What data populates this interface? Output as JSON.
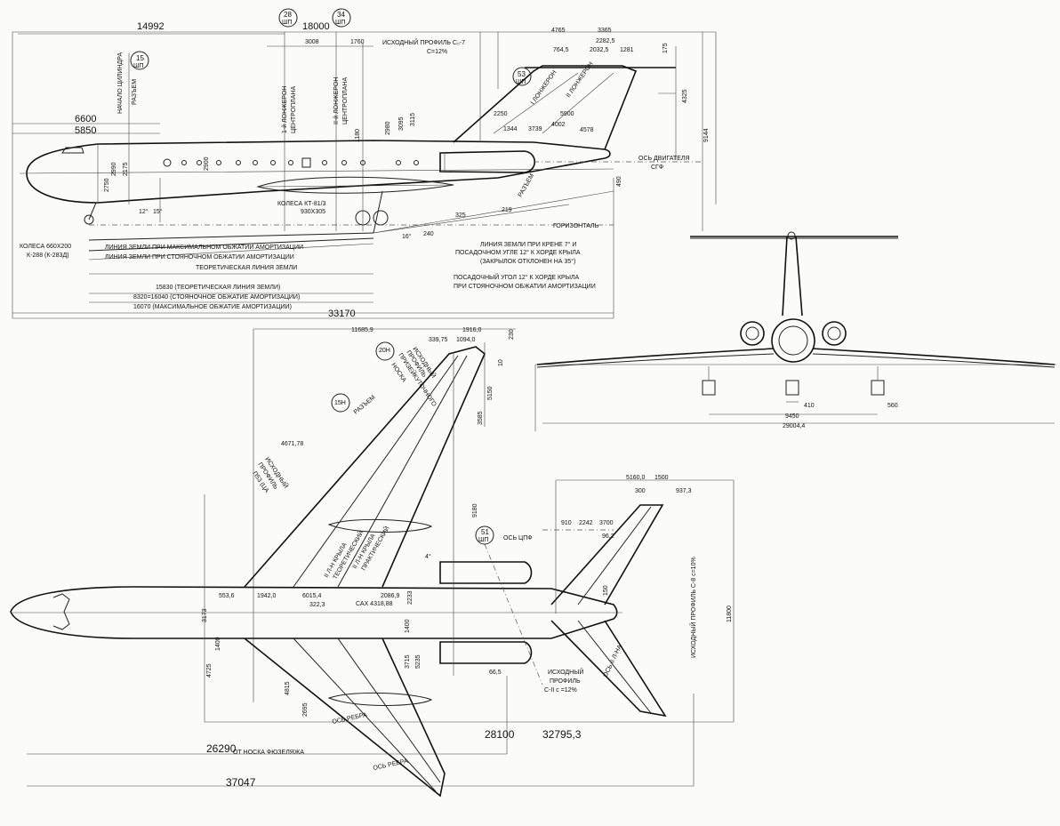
{
  "side_view": {
    "dims": {
      "d14992": "14992",
      "d18000": "18000",
      "d3008": "3008",
      "d1760": "1760",
      "d4765": "4765",
      "d3365": "3365",
      "d2282": "2282,5",
      "d764": "764,5",
      "d2032": "2032,5",
      "d1281": "1281",
      "d175": "175",
      "d4325": "4325",
      "d6600": "6600",
      "d5850": "5850",
      "d2250": "2250",
      "d5900": "5900",
      "d4002": "4002",
      "d4578": "4578",
      "d1344": "1344",
      "d3739": "3739",
      "d9144": "9144",
      "d2980": "2980",
      "d3095": "3095",
      "d3115": "3115",
      "d1180": "1180",
      "d2900": "2900",
      "d2750": "2750",
      "d2990": "2990",
      "d2175": "2175",
      "d490": "490",
      "d325": "325",
      "d219": "219",
      "d240": "240",
      "d33170": "33170",
      "d15830": "15830 (ТЕОРЕТИЧЕСКАЯ ЛИНИЯ ЗЕМЛИ)",
      "d8320": "8320=16040 (СТОЯНОЧНОЕ ОБЖАТИЕ АМОРТИЗАЦИИ)",
      "d16070": "16070 (МАКСИМАЛЬНОЕ ОБЖАТИЕ АМОРТИЗАЦИИ)"
    },
    "frames": {
      "f15": "15",
      "f15b": "ШП",
      "f28": "28",
      "f28b": "ШП",
      "f34": "34",
      "f34b": "ШП",
      "f53": "53",
      "f53b": "ШП"
    },
    "labels": {
      "profile_top": "ИСХОДНЫЙ ПРОФИЛЬ С₀-7",
      "profile_top2": "С=12%",
      "cyl_start": "НАЧАЛО ЦИЛИНДРА",
      "razem": "РАЗЪЕМ",
      "spar1": "1-й ЛОНЖЕРОН",
      "spar1b": "ЦЕНТРОПЛАНА",
      "spar2": "II-й ЛОНЖЕРОН",
      "spar2b": "ЦЕНТРОПЛАНА",
      "fin_spar1": "I ЛОНЖЕРОН",
      "fin_spar2": "II ЛОНЖЕРОН",
      "engine_axis": "ОСЬ ДВИГАТЕЛЯ",
      "cg": "СГФ",
      "razem2": "РАЗЪЕМ",
      "wheels_main": "КОЛЕСА КТ-81/3",
      "wheels_main2": "930Х305",
      "horizontal": "ГОРИЗОНТАЛЬ",
      "nose_wheels": "КОЛЕСА 660Х200",
      "nose_wheels2": "К-288 (К-283Д)",
      "ground_max": "ЛИНИЯ ЗЕМЛИ ПРИ МАКСИМАЛЬНОМ ОБЖАТИИ АМОРТИЗАЦИИ",
      "ground_park": "ЛИНИЯ ЗЕМЛИ ПРИ СТОЯНОЧНОМ ОБЖАТИИ АМОРТИЗАЦИИ",
      "ground_theory": "ТЕОРЕТИЧЕСКАЯ ЛИНИЯ ЗЕМЛИ",
      "bank": "ЛИНИЯ ЗЕМЛИ ПРИ КРЕНЕ 7° И",
      "bank2": "ПОСАДОЧНОМ УГЛЕ 12° К ХОРДЕ КРЫЛА",
      "bank3": "(ЗАКРЫЛОК ОТКЛОНЕН НА 35°)",
      "landing": "ПОСАДОЧНЫЙ УГОЛ 12° К ХОРДЕ КРЫЛА",
      "landing2": "ПРИ СТОЯНОЧНОМ ОБЖАТИИ АМОРТИЗАЦИИ",
      "a12": "12°",
      "a15": "15°",
      "a16": "16°"
    }
  },
  "front_view": {
    "dims": {
      "d410": "410",
      "d560": "560",
      "d9450": "9450",
      "d29004": "29004,4"
    }
  },
  "plan_view": {
    "dims": {
      "d11685": "11685,9",
      "d1916": "1916,0",
      "d339": "339,75",
      "d1094": "1094,0",
      "d230": "230",
      "d10": "10",
      "d5150": "5150",
      "d3585": "3585",
      "d4671": "4671,78",
      "d9180": "9180",
      "d5160": "5160,0",
      "d1500": "1500",
      "d300": "300",
      "d937": "937,3",
      "d910": "910",
      "d2242": "2242",
      "d3700": "3700",
      "d962": "96,2",
      "d5536": "553,6",
      "d19420": "1942,0",
      "d6015": "6015,4",
      "d2086": "2086,9",
      "d322": "322,3",
      "d3173": "3173",
      "d1400": "1400",
      "d1400b": "1400",
      "d2233": "2233",
      "d4725": "4725",
      "d4815": "4815",
      "d2695": "2695",
      "d3715": "3715",
      "d5235": "5235",
      "d665": "66,5",
      "d150": "150",
      "d11800": "11800",
      "d26290": "26290",
      "d28100": "28100",
      "d32795": "32795,3",
      "d37047": "37047"
    },
    "frames": {
      "f20": "20Н",
      "f15": "15Н",
      "f51": "51",
      "f51b": "ШП"
    },
    "labels": {
      "profile_nose": "ИСХОДНЫЙ",
      "profile_nose2": "ПРОФИЛЬ",
      "profile_nose3": "ПРИЗЕЙКУТОЧНОГО",
      "profile_nose4": "НОСКА",
      "razem": "РАЗЪЕМ",
      "profile_root": "ИСХОДНЫЙ",
      "profile_root2": "ПРОФИЛЬ",
      "profile_root3": "П53 (ЦА",
      "stab_axis": "ОСЬ ЦПФ",
      "wing_spar_theory": "II Л-Н КРЫЛА",
      "wing_spar_theory2": "ТЕОРЕТИЧЕСКИЙ",
      "wing_spar_prac": "II Л-Н КРЫЛА",
      "wing_spar_prac2": "ПРАКТИЧЕСКИЙ",
      "mac": "САХ 4318,88",
      "rib_axis": "ОСЬ РЕБРА",
      "rib_axis2": "ОСЬ РЕБРА",
      "from_nose": "ОТ НОСКА ФЮЗЕЛЯЖА",
      "stab_profile": "ИСХОДНЫЙ",
      "stab_profile2": "ПРОФИЛЬ",
      "stab_profile3": "С-II с =12%",
      "stab_axis2": "ОСЬ II Л-НА",
      "hstab_profile": "ИСХОДНЫЙ ПРОФИЛЬ С-8 с=10%",
      "a4": "4°"
    }
  }
}
